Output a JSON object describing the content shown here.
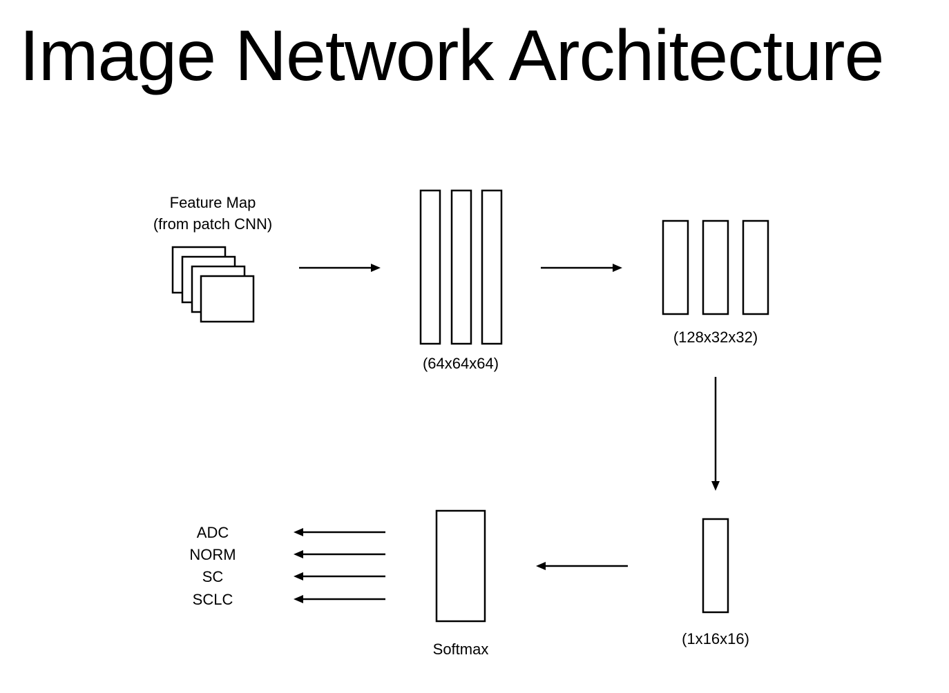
{
  "title": "Image Network Architecture",
  "input": {
    "label_line1": "Feature Map",
    "label_line2": "(from patch CNN)"
  },
  "layers": {
    "conv1_dims": "(64x64x64)",
    "conv2_dims": "(128x32x32)",
    "conv3_dims": "(1x16x16)",
    "softmax_label": "Softmax"
  },
  "classes": [
    "ADC",
    "NORM",
    "SC",
    "SCLC"
  ]
}
